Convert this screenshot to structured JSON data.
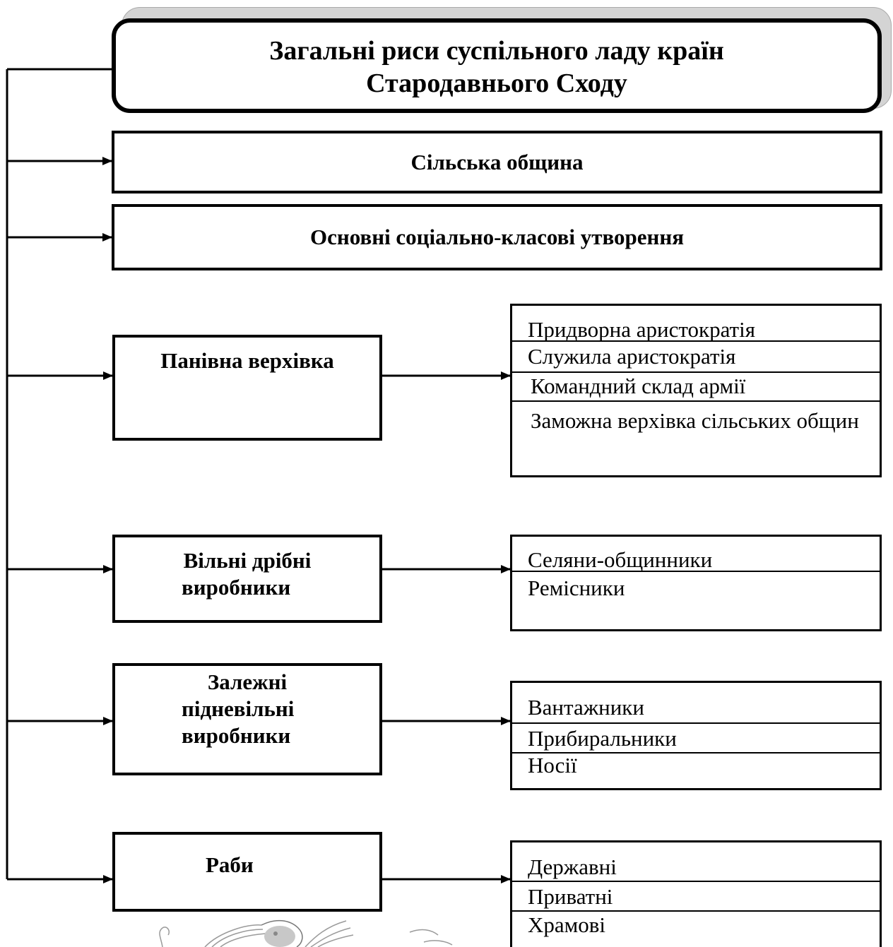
{
  "title": {
    "line1": "Загальні риси суспільного ладу країн",
    "line2": "Стародавнього Сходу"
  },
  "rural_community": "Сільська община",
  "main_formations": "Основні соціально-класові утворення",
  "categories": [
    {
      "label_lines": [
        "Панівна верхівка"
      ],
      "items": [
        "Придворна аристократія",
        "Служила аристократія",
        "Командний склад армії",
        "Заможна верхівка сільських общин"
      ]
    },
    {
      "label_lines": [
        "Вільні дрібні",
        "виробники"
      ],
      "items": [
        "Селяни-общинники",
        "Ремісники"
      ]
    },
    {
      "label_lines": [
        "Залежні",
        "підневільні",
        "виробники"
      ],
      "items": [
        "Вантажники",
        "Прибиральники",
        "Носії"
      ]
    },
    {
      "label_lines": [
        "Раби"
      ],
      "items": [
        "Державні",
        "Приватні",
        "Храмові"
      ]
    }
  ]
}
